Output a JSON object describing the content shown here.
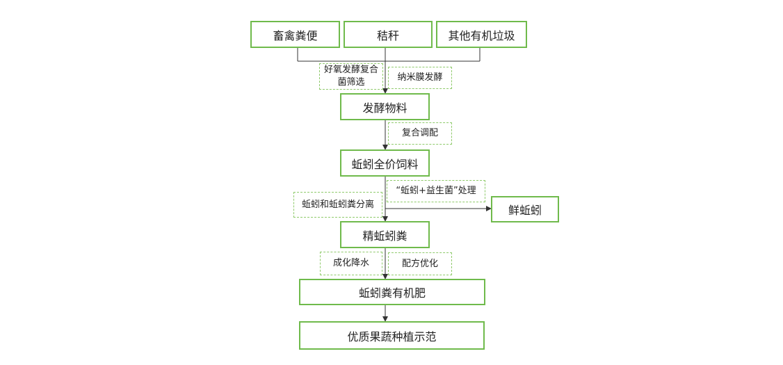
{
  "diagram": {
    "colors": {
      "box_border": "#6fba4b",
      "note_border": "#8fca6b",
      "line": "#333333",
      "text": "#222222"
    },
    "nodes": {
      "manure": "畜禽粪便",
      "straw": "秸秆",
      "other_waste": "其他有机垃圾",
      "fermented_material": "发酵物料",
      "earthworm_feed": "蚯蚓全价饲料",
      "fresh_earthworm": "鲜蚯蚓",
      "refined_castings": "精蚯蚓粪",
      "castings_fertilizer": "蚯蚓粪有机肥",
      "demonstration": "优质果蔬种植示范"
    },
    "notes": {
      "aerobic_screening": "好氧发酵复合菌筛选",
      "nano_membrane": "纳米膜发酵",
      "compound_blending": "复合调配",
      "probiotic_treatment": "“蚯蚓+益生菌”处理",
      "separation": "蚯蚓和蚯蚓粪分离",
      "dewatering": "成化降水",
      "formula_optimization": "配方优化"
    }
  }
}
